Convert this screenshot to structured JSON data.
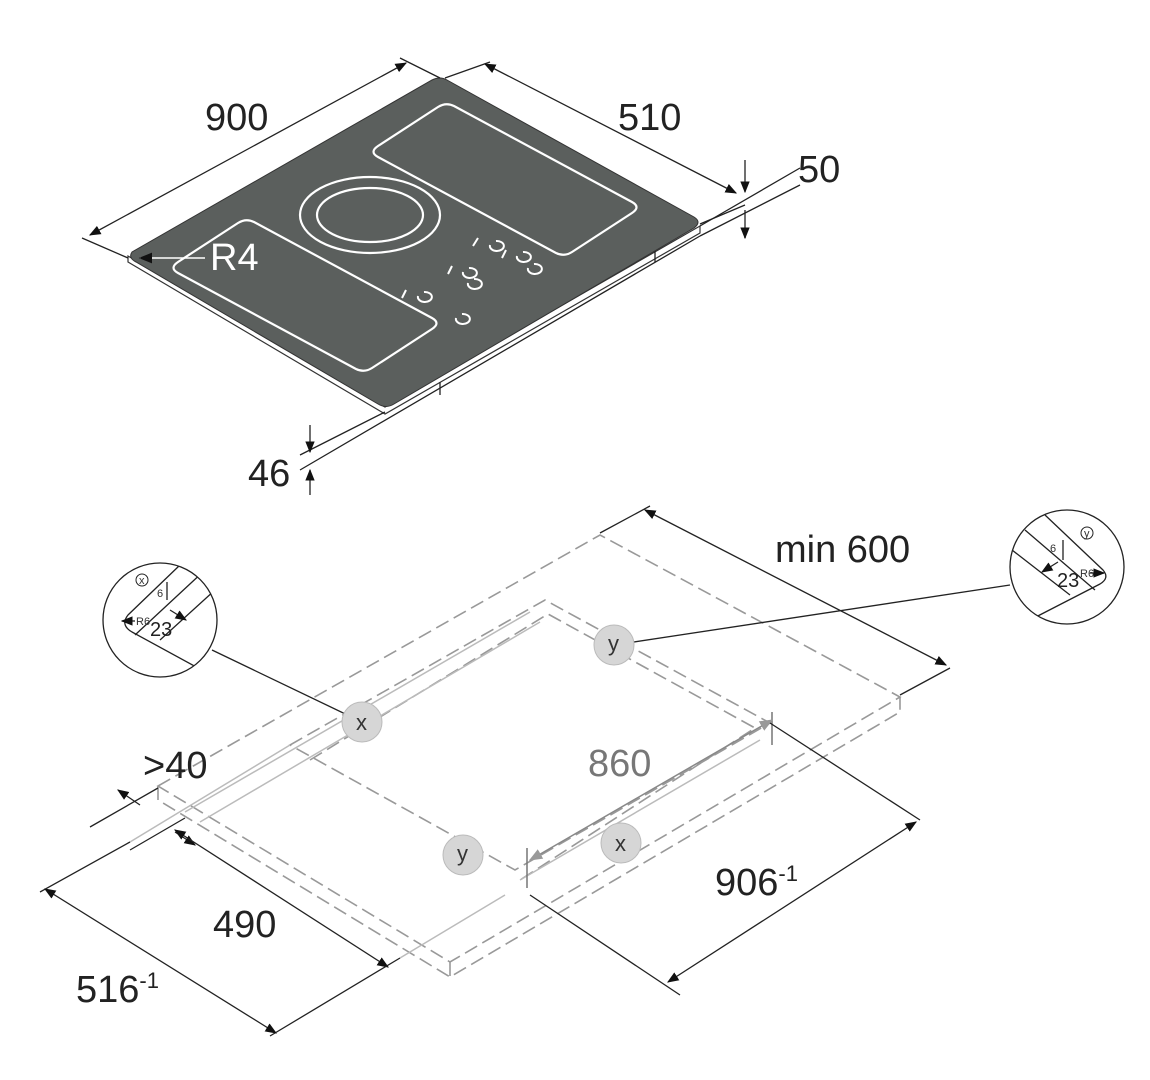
{
  "top_view": {
    "width_label": "900",
    "depth_label": "510",
    "height_label": "50",
    "thickness_label": "46",
    "radius_label": "R4"
  },
  "cutout_view": {
    "min_depth_label": "min 600",
    "edge_distance_label": ">40",
    "cutout_width_label": "860",
    "cutout_depth_label": "490",
    "outer_width_label": "906",
    "outer_width_tolerance": "-1",
    "outer_depth_label": "516",
    "outer_depth_tolerance": "-1",
    "marker_x": "x",
    "marker_y": "y"
  },
  "detail_x": {
    "marker": "x",
    "offset": "6",
    "radius": "R6",
    "width": "23"
  },
  "detail_y": {
    "marker": "y",
    "offset": "6",
    "radius": "R6",
    "width": "23"
  },
  "colors": {
    "glass": "#5b5f5d",
    "marker": "#d6d6d6"
  }
}
